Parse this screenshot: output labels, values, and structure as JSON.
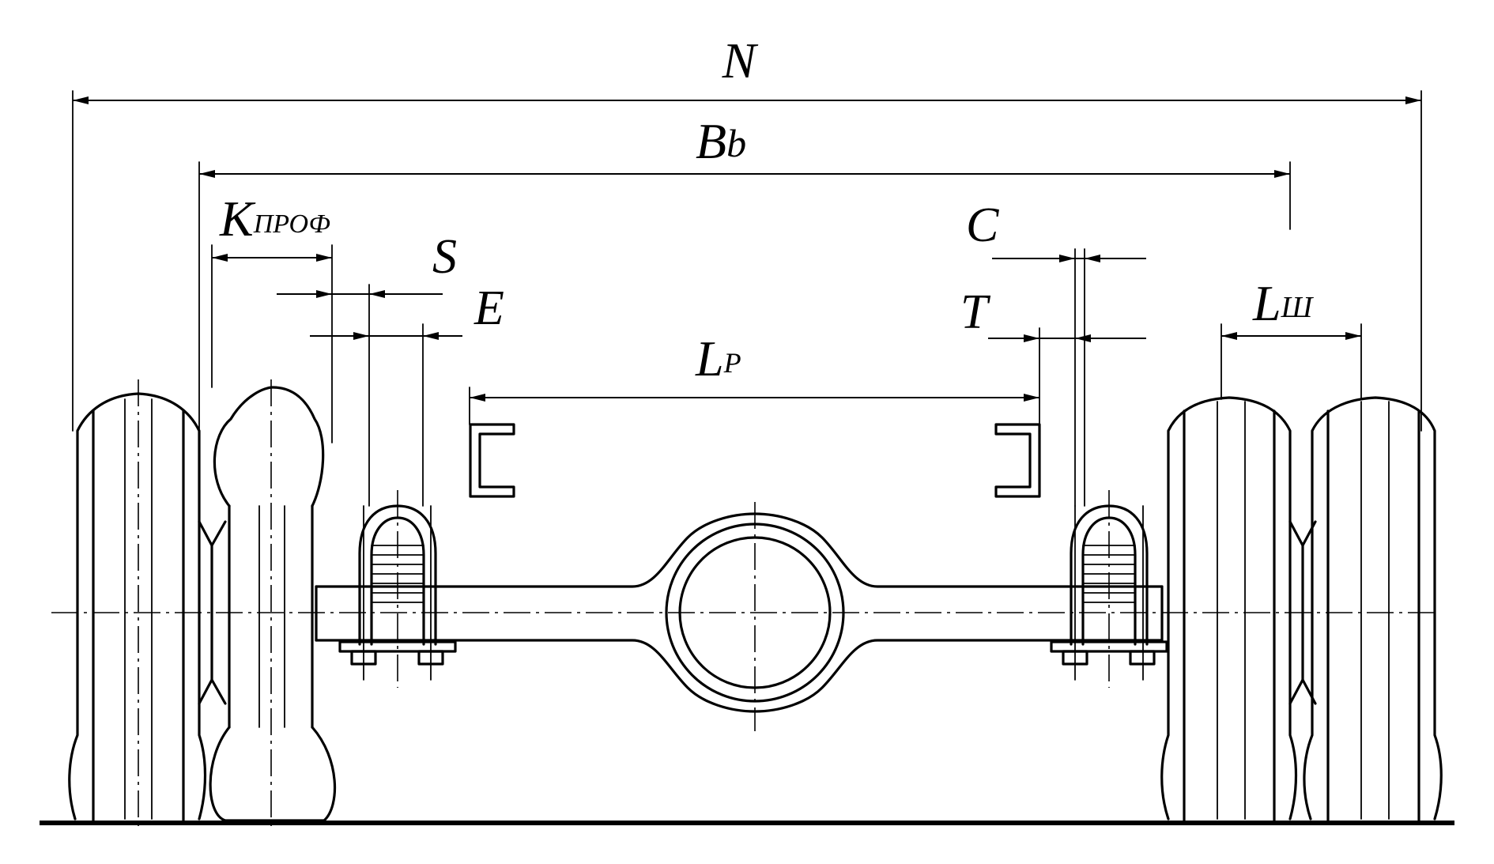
{
  "labels": {
    "N": "N",
    "Bb_main": "B",
    "Bb_sub": "b",
    "K_main": "K",
    "K_sub": "ПРОФ",
    "S": "S",
    "E": "E",
    "C": "C",
    "T": "T",
    "Lp_main": "L",
    "Lp_sub": "P",
    "Lsh_main": "L",
    "Lsh_sub": "Ш"
  }
}
